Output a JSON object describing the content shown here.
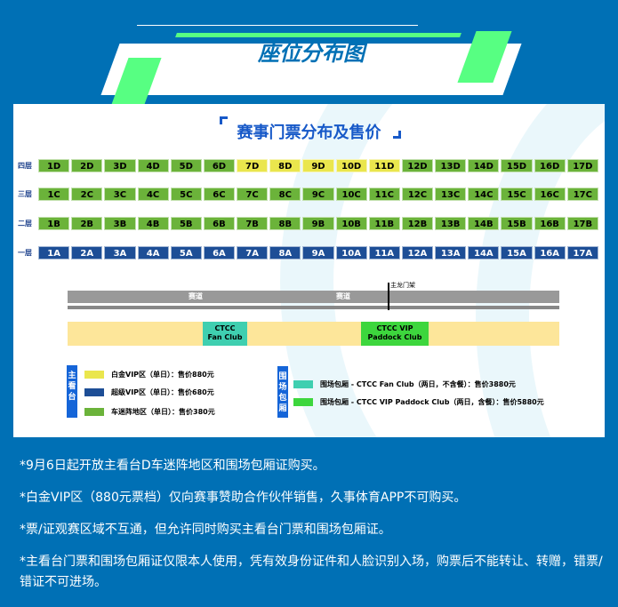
{
  "header": {
    "title": "座位分布图"
  },
  "panel": {
    "title": "赛事门票分布及售价"
  },
  "colors": {
    "green": "#6bb33a",
    "yellow": "#eae64d",
    "blue": "#1d4e96",
    "teal": "#3fcfb0",
    "vip_green": "#3dd63d",
    "sand": "#fde69a"
  },
  "floors": [
    {
      "label": "四层",
      "seats": [
        "1D",
        "2D",
        "3D",
        "4D",
        "5D",
        "6D",
        "7D",
        "8D",
        "9D",
        "10D",
        "11D",
        "12D",
        "13D",
        "14D",
        "15D",
        "16D",
        "17D"
      ],
      "types": [
        "green",
        "green",
        "green",
        "green",
        "green",
        "green",
        "yellow",
        "yellow",
        "yellow",
        "yellow",
        "yellow",
        "green",
        "green",
        "green",
        "green",
        "green",
        "green"
      ]
    },
    {
      "label": "三层",
      "seats": [
        "1C",
        "2C",
        "3C",
        "4C",
        "5C",
        "6C",
        "7C",
        "8C",
        "9C",
        "10C",
        "11C",
        "12C",
        "13C",
        "14C",
        "15C",
        "16C",
        "17C"
      ],
      "types": "green"
    },
    {
      "label": "二层",
      "seats": [
        "1B",
        "2B",
        "3B",
        "4B",
        "5B",
        "6B",
        "7B",
        "8B",
        "9B",
        "10B",
        "11B",
        "12B",
        "13B",
        "14B",
        "15B",
        "16B",
        "17B"
      ],
      "types": "green"
    },
    {
      "label": "一层",
      "seats": [
        "1A",
        "2A",
        "3A",
        "4A",
        "5A",
        "6A",
        "7A",
        "8A",
        "9A",
        "10A",
        "11A",
        "12A",
        "13A",
        "14A",
        "15A",
        "16A",
        "17A"
      ],
      "types": "blue"
    }
  ],
  "track": {
    "label1": "赛道",
    "label2": "赛道",
    "gantry": "主龙门架"
  },
  "paddock": {
    "fan_club": "CTCC\nFan Club",
    "vip_club": "CTCC VIP\nPaddock Club"
  },
  "legend_main": {
    "tag": "主看台",
    "items": [
      "白金VIP区（单日）：售价880元",
      "超级VIP区（单日）：售价680元",
      "车迷阵地区（单日）：售价380元"
    ]
  },
  "legend_paddock": {
    "tag": "围场包厢",
    "items": [
      "围场包厢 - CTCC Fan Club（两日，不含餐）：售价3880元",
      "围场包厢 - CTCC VIP Paddock Club（两日，含餐）：售价5880元"
    ]
  },
  "notes": [
    "*9月6日起开放主看台D车迷阵地区和围场包厢证购买。",
    "*白金VIP区（880元票档）仅向赛事赞助合作伙伴销售，久事体育APP不可购买。",
    "*票/证观赛区域不互通，但允许同时购买主看台门票和围场包厢证。",
    "*主看台门票和围场包厢证仅限本人使用，凭有效身份证件和人脸识别入场，购票后不能转让、转赠，错票/错证不可进场。"
  ]
}
